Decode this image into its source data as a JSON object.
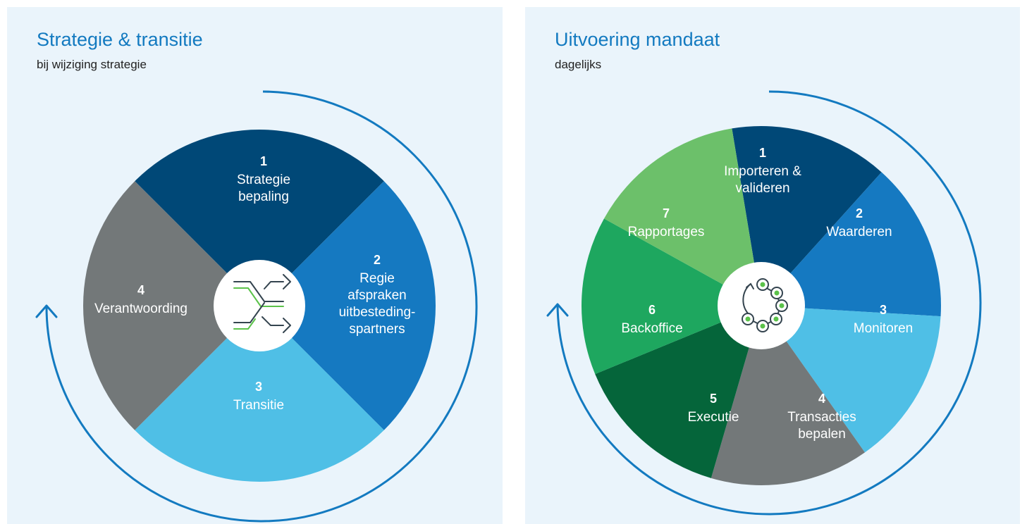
{
  "left_panel": {
    "title": "Strategie & transitie",
    "subtitle": "bij wijziging strategie",
    "center_icon": "shuffle-arrows-icon",
    "segments": [
      {
        "number": "1",
        "lines": [
          "Strategie",
          "bepaling"
        ],
        "color": "#004877"
      },
      {
        "number": "2",
        "lines": [
          "Regie",
          "afspraken",
          "uitbesteding-",
          "spartners"
        ],
        "color": "#1579c1"
      },
      {
        "number": "3",
        "lines": [
          "Transitie"
        ],
        "color": "#4fbfe6"
      },
      {
        "number": "4",
        "lines": [
          "Verantwoording"
        ],
        "color": "#737879"
      }
    ]
  },
  "right_panel": {
    "title": "Uitvoering mandaat",
    "subtitle": "dagelijks",
    "center_icon": "cycle-nodes-icon",
    "segments": [
      {
        "number": "1",
        "lines": [
          "Importeren &",
          "valideren"
        ],
        "color": "#004877"
      },
      {
        "number": "2",
        "lines": [
          "Waarderen"
        ],
        "color": "#1579c1"
      },
      {
        "number": "3",
        "lines": [
          "Monitoren"
        ],
        "color": "#4fbfe6"
      },
      {
        "number": "4",
        "lines": [
          "Transacties",
          "bepalen"
        ],
        "color": "#737879"
      },
      {
        "number": "5",
        "lines": [
          "Executie"
        ],
        "color": "#05653a"
      },
      {
        "number": "6",
        "lines": [
          "Backoffice"
        ],
        "color": "#1ea75f"
      },
      {
        "number": "7",
        "lines": [
          "Rapportages"
        ],
        "color": "#6cc06a"
      }
    ]
  },
  "colors": {
    "background": "#eaf4fb",
    "accent": "#137ac0",
    "center_green": "#5bc24a",
    "icon_dark": "#34444f"
  }
}
